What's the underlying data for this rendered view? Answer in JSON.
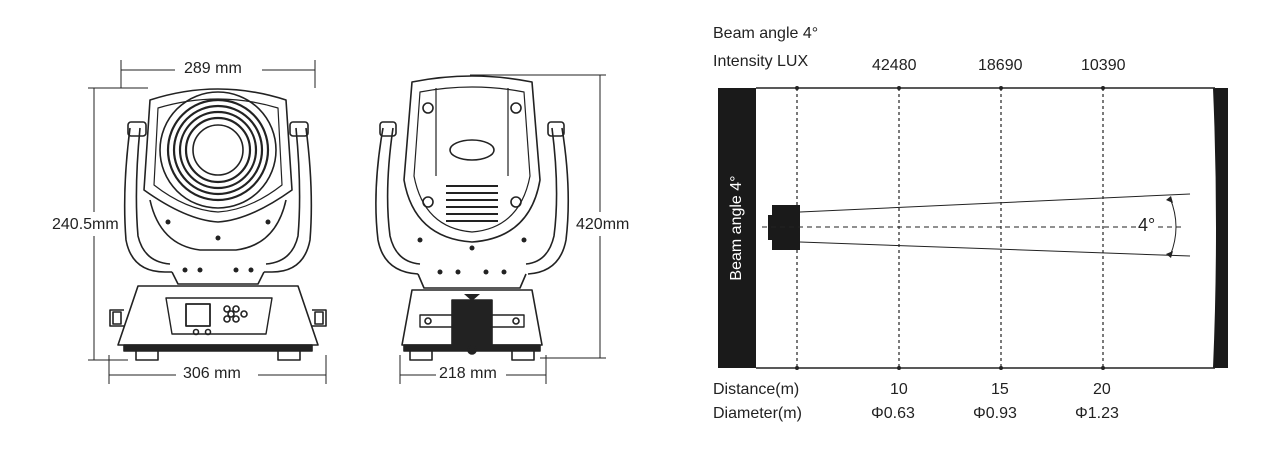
{
  "front_view": {
    "width_top": "289 mm",
    "width_bottom": "306 mm",
    "height": "240.5mm"
  },
  "side_view": {
    "width_bottom": "218 mm",
    "height": "420mm"
  },
  "beam": {
    "title": "Beam angle 4°",
    "intensity_label": "Intensity LUX",
    "vertical_label": "Beam angle 4°",
    "angle_label": "4°",
    "lux_values": [
      "42480",
      "18690",
      "10390"
    ],
    "distance_label": "Distance(m)",
    "distances": [
      "10",
      "15",
      "20"
    ],
    "diameter_label": "Diameter(m)",
    "diameters": [
      "Φ0.63",
      "Φ0.93",
      "Φ1.23"
    ]
  }
}
